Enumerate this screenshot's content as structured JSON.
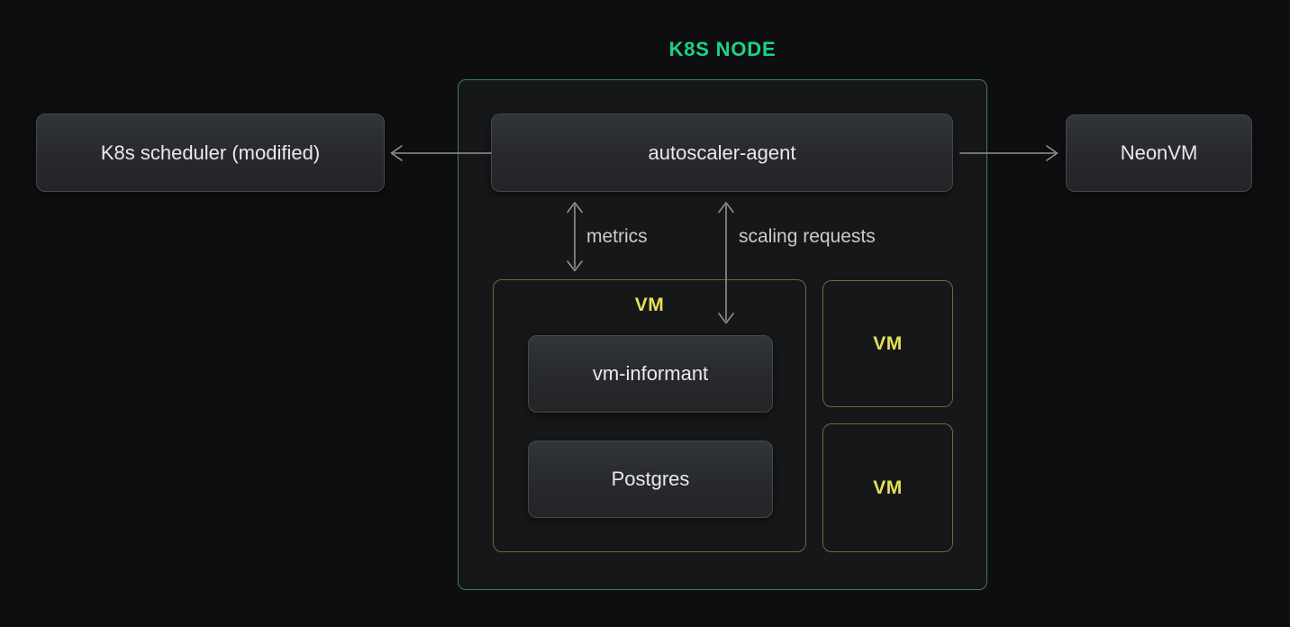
{
  "diagram": {
    "title": "K8S NODE",
    "nodes": {
      "scheduler": "K8s scheduler (modified)",
      "agent": "autoscaler-agent",
      "neonvm": "NeonVM",
      "vm_informant": "vm-informant",
      "postgres": "Postgres"
    },
    "vm_label": "VM",
    "edges": {
      "metrics_label": "metrics",
      "scaling_label": "scaling requests"
    },
    "colors": {
      "page_background": "#0d0e0f",
      "container_background": "#151718",
      "container_border": "#3a7b61",
      "title_green": "#1bd389",
      "vm_border_yellow": "#6f6c35",
      "vm_label_yellow": "#e5e05a",
      "node_box_border": "#44474b",
      "node_text": "#e9e9e9",
      "edge_label_text": "#c9cbcd",
      "arrow": "#8f9193"
    }
  }
}
